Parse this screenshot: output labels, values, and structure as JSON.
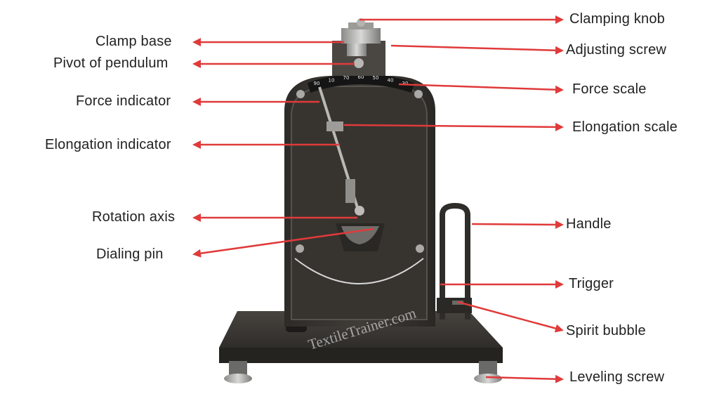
{
  "labels": {
    "clamping_knob": "Clamping knob",
    "clamp_base": "Clamp base",
    "adjusting_screw": "Adjusting screw",
    "pivot_of_pendulum": "Pivot of pendulum",
    "force_scale": "Force scale",
    "force_indicator": "Force indicator",
    "elongation_scale": "Elongation scale",
    "elongation_indicator": "Elongation indicator",
    "rotation_axis": "Rotation axis",
    "handle": "Handle",
    "dialing_pin": "Dialing pin",
    "trigger": "Trigger",
    "spirit_bubble": "Spirit bubble",
    "leveling_screw": "Leveling screw"
  },
  "scale_numbers": [
    "90",
    "10",
    "70",
    "60",
    "50",
    "40",
    "30"
  ],
  "watermark": "TextileTrainer.com",
  "colors": {
    "arrow": "#e03a3a",
    "body": "#3b3833",
    "plate": "#3a3733",
    "scale": "#1a1a1a",
    "label_text": "#222222"
  }
}
